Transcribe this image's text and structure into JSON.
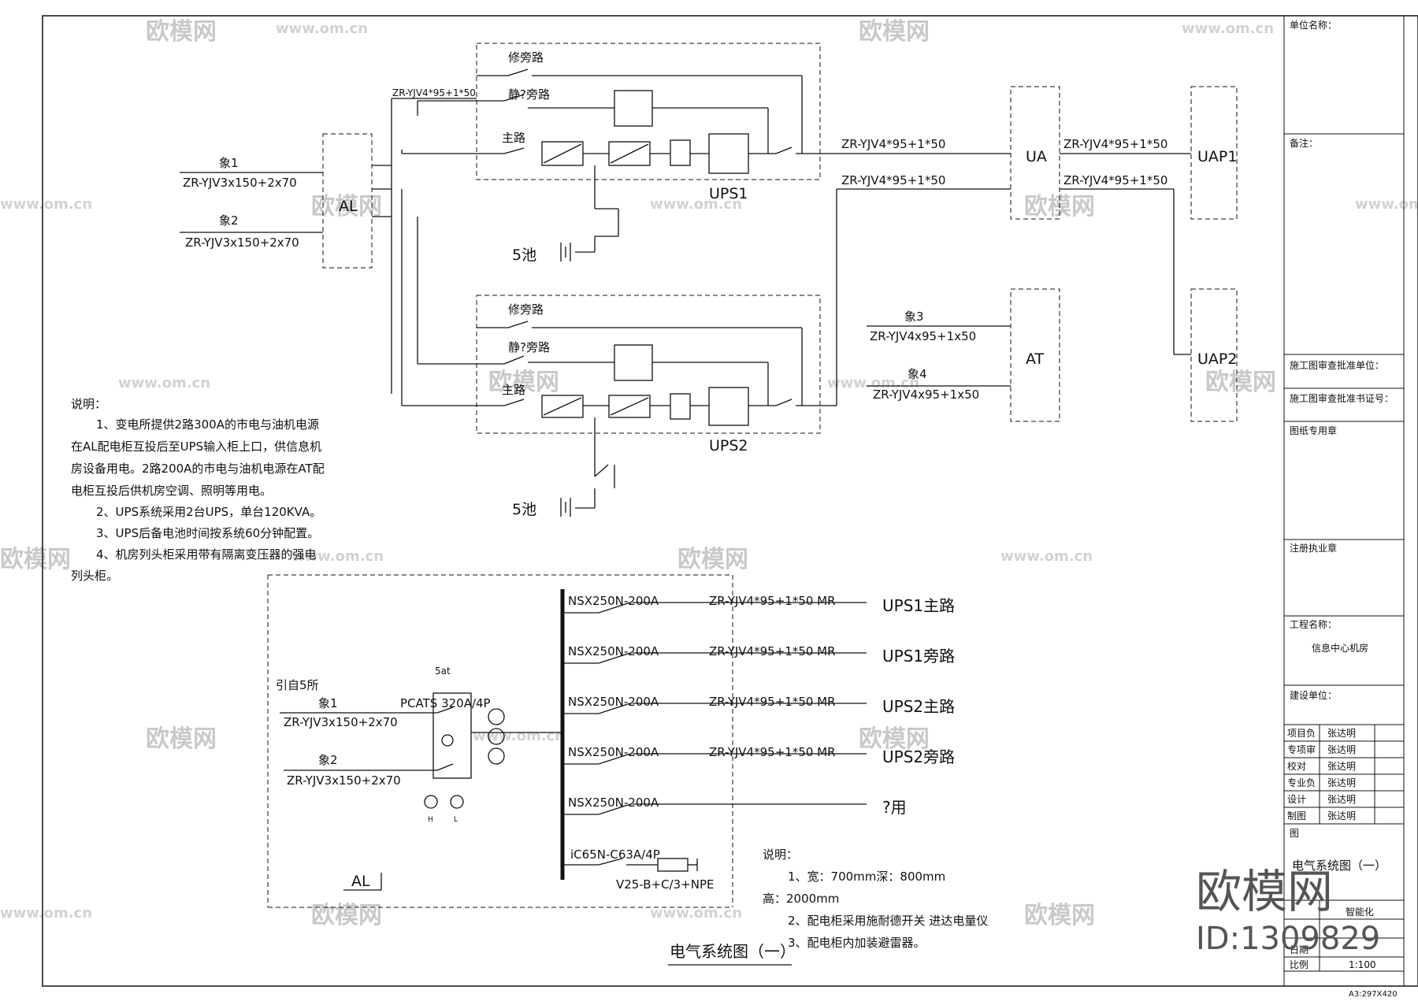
{
  "title_block": {
    "unit_name_label": "单位名称：",
    "remarks_label": "备注：",
    "approval_unit_label": "施工图审查批准单位：",
    "approval_cert_label": "施工图审查批准书证号：",
    "seal_label": "图纸专用章",
    "reg_seal_label": "注册执业章",
    "project_name_label": "工程名称：",
    "project_name": "信息中心机房",
    "client_label": "建设单位：",
    "roles": [
      {
        "role": "项目负",
        "name": "张达明"
      },
      {
        "role": "专项审",
        "name": "张达明"
      },
      {
        "role": "校对",
        "name": "张达明"
      },
      {
        "role": "专业负",
        "name": "张达明"
      },
      {
        "role": "设计",
        "name": "张达明"
      },
      {
        "role": "制图",
        "name": "张达明"
      }
    ],
    "drawing_label": "图",
    "drawing_name": "电气系统图（一）",
    "discipline": "智能化",
    "date_label": "日期",
    "scale_label": "比例",
    "scale": "1:100",
    "sheet_size": "A3:297X420"
  },
  "top_diagram": {
    "feeder1_label": "象1",
    "feeder1_cable": "ZR-YJV3x150+2x70",
    "feeder2_label": "象2",
    "feeder2_cable": "ZR-YJV3x150+2x70",
    "al_label": "AL",
    "al_cable": "ZR-YJV4*95+1*50",
    "maint_bypass": "修旁路",
    "static_bypass": "静?旁路",
    "main_path": "主路",
    "ups1": "UPS1",
    "ups2": "UPS2",
    "battery1": "5池",
    "battery2": "5池",
    "ups1_out_cable": "ZR-YJV4*95+1*50",
    "ups2_out_cable": "ZR-YJV4*95+1*50",
    "ua_label": "UA",
    "at_label": "AT",
    "uap1_label": "UAP1",
    "uap2_label": "UAP2",
    "ua_uap1_cable": "ZR-YJV4*95+1*50",
    "ua_uap2_cable": "ZR-YJV4*95+1*50",
    "feeder3_label": "象3",
    "feeder3_cable": "ZR-YJV4x95+1x50",
    "feeder4_label": "象4",
    "feeder4_cable": "ZR-YJV4x95+1x50"
  },
  "notes": {
    "heading": "说明：",
    "lines": [
      "1、变电所提供2路300A的市电与油机电源",
      "在AL配电柜互投后至UPS输入柜上口，供信息机",
      "房设备用电。2路200A的市电与油机电源在AT配",
      "电柜互投后供机房空调、照明等用电。",
      "2、UPS系统采用2台UPS，单台120KVA。",
      "3、UPS后备电池时间按系统60分钟配置。",
      "4、机房列头柜采用带有隔离变压器的强电",
      "列头柜。"
    ]
  },
  "bottom_diagram": {
    "source_label": "引自5所",
    "in1_label": "象1",
    "in1_cable": "ZR-YJV3x150+2x70",
    "in2_label": "象2",
    "in2_cable": "ZR-YJV3x150+2x70",
    "ats_label": "PCATS  320A/4P",
    "cabinet_tag": "5at",
    "h_label": "H",
    "l_label": "L",
    "panel_label": "AL",
    "branches": [
      {
        "breaker": "NSX250N-200A",
        "cable": "ZR-YJV4*95+1*50  MR",
        "dest": "UPS1主路"
      },
      {
        "breaker": "NSX250N-200A",
        "cable": "ZR-YJV4*95+1*50  MR",
        "dest": "UPS1旁路"
      },
      {
        "breaker": "NSX250N-200A",
        "cable": "ZR-YJV4*95+1*50  MR",
        "dest": "UPS2主路"
      },
      {
        "breaker": "NSX250N-200A",
        "cable": "ZR-YJV4*95+1*50  MR",
        "dest": "UPS2旁路"
      },
      {
        "breaker": "NSX250N-200A",
        "cable": "",
        "dest": "?用"
      }
    ],
    "spd_breaker": "iC65N-C63A/4P",
    "spd_model": "V25-B+C/3+NPE",
    "notes_heading": "说明：",
    "notes_lines": [
      "1、宽：700mm深：800mm",
      "高：2000mm",
      "2、配电柜采用施耐德开关  进达电量仪",
      "3、配电柜内加装避雷器。"
    ],
    "caption": "电气系统图（一）"
  },
  "watermark": {
    "brand": "欧模网",
    "url": "www.om.cn",
    "id_text": "ID:1309829"
  }
}
